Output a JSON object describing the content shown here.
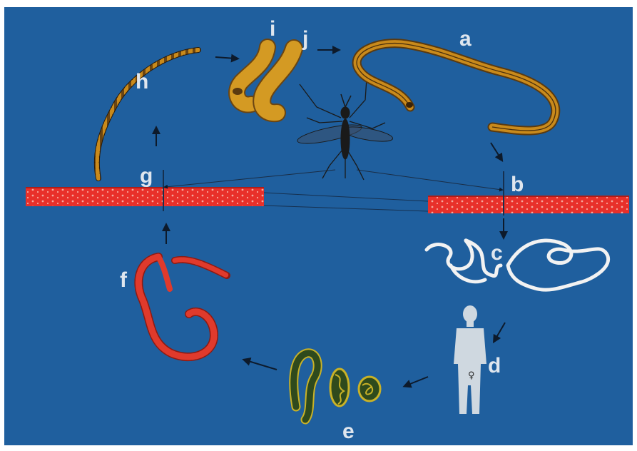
{
  "diagram": {
    "background_color": "#1f5f9e",
    "border_color": "#ffffff",
    "labels": {
      "a": "a",
      "b": "b",
      "c": "c",
      "d": "d",
      "e": "e",
      "f": "f",
      "g": "g",
      "h": "h",
      "i": "i",
      "j": "j"
    },
    "colors": {
      "skin": "#e8302a",
      "skin_dots": "#f6a79d",
      "larva_yellow": "#c98a1b",
      "larva_stripe": "#5a3a10",
      "adult_worm": "#f2f2f2",
      "human": "#cfd8e0",
      "microfilaria_red": "#e03a2c",
      "mosquito": "#1a1a1a",
      "arrow": "#0d1a2b",
      "egg_green": "#2f4a1c",
      "egg_rim": "#c9b227"
    },
    "stages": [
      {
        "id": "a",
        "name": "infective-larva"
      },
      {
        "id": "b",
        "name": "skin-entry-site"
      },
      {
        "id": "c",
        "name": "adult-worms"
      },
      {
        "id": "d",
        "name": "human-host"
      },
      {
        "id": "e",
        "name": "embryos"
      },
      {
        "id": "f",
        "name": "microfilariae"
      },
      {
        "id": "g",
        "name": "skin-exit-site"
      },
      {
        "id": "h",
        "name": "first-stage-larva"
      },
      {
        "id": "i",
        "name": "second-stage-larva"
      },
      {
        "id": "j",
        "name": "third-stage-larva"
      }
    ]
  }
}
